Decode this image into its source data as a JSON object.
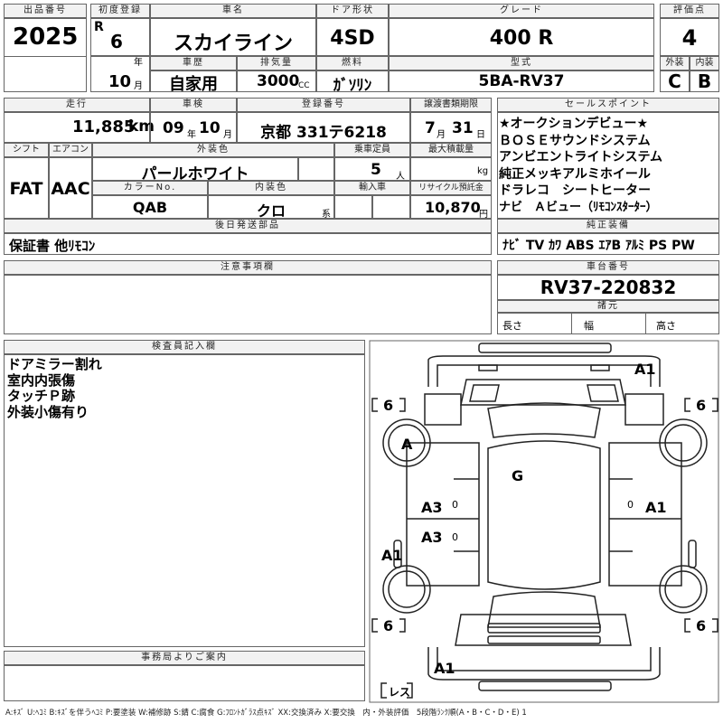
{
  "h": {
    "lot": "出品番号",
    "first_reg": "初度登録",
    "car_name": "車名",
    "door": "ドア形状",
    "grade": "グレード",
    "score": "評価点",
    "history": "車歴",
    "displacement": "排気量",
    "fuel": "燃料",
    "model_code": "型式",
    "exterior": "外装",
    "interior": "内装",
    "mileage": "走行",
    "inspection": "車検",
    "reg_no": "登録番号",
    "transfer_deadline": "譲渡書類期限",
    "sales_point": "セールスポイント",
    "shift": "シフト",
    "aircon": "エアコン",
    "ext_color": "外装色",
    "capacity": "乗車定員",
    "max_load": "最大積載量",
    "color_no": "カラーNo.",
    "int_color": "内装色",
    "import": "輸入車",
    "recycle": "リサイクル預託金",
    "later_parts": "後日発送部品",
    "genuine": "純正装備",
    "notes": "注意事項欄",
    "chassis": "車台番号",
    "specs": "諸元",
    "inspector": "検査員記入欄",
    "office": "事務局よりご案内"
  },
  "v": {
    "lot": "2025",
    "era": "R",
    "reg_year": "6",
    "year_unit": "年",
    "reg_month": "10",
    "month_unit": "月",
    "car_name": "スカイライン",
    "door": "4SD",
    "grade": "400 R",
    "score": "4",
    "history": "自家用",
    "displacement": "3000",
    "cc": "CC",
    "fuel": "ｶﾞｿﾘﾝ",
    "model_code": "5BA-RV37",
    "exterior": "C",
    "interior": "B",
    "mileage": "11,885",
    "km": "km",
    "insp_year": "09",
    "insp_month": "10",
    "plate": "京都 331テ6218",
    "tr_month": "7",
    "tr_day": "31",
    "day_unit": "日",
    "shift": "FAT",
    "aircon": "AAC",
    "ext_color": "パールホワイト",
    "capacity": "5",
    "person": "人",
    "kg": "kg",
    "color_no": "QAB",
    "int_color": "クロ",
    "kei": "系",
    "recycle": "10,870",
    "yen": "円",
    "later_parts": "保証書 他ﾘﾓｺﾝ",
    "genuine": "ﾅﾋﾞ TV ｶﾜ ABS ｴｱB ｱﾙﾐ PS PW",
    "chassis": "RV37-220832",
    "length": "長さ",
    "width": "幅",
    "height": "高さ"
  },
  "sales_points": [
    "★オークションデビュー★",
    "ＢＯＳＥサウンドシステム",
    "アンビエントライトシステム",
    "純正メッキアルミホイール",
    "ドラレコ　シートヒーター",
    "ナビ　Ａビュー（ﾘﾓｺﾝｽﾀｰﾀｰ）"
  ],
  "inspector_notes": [
    "ドアミラー割れ",
    "室内内張傷",
    "タッチＰ跡",
    "外装小傷有り"
  ],
  "diagram": {
    "a1_top": "A1",
    "tyre_fl": "6",
    "tyre_fr": "6",
    "tyre_rl": "6",
    "tyre_rr": "6",
    "a_fl": "A",
    "g_roof": "G",
    "a3_ldoor_f": "A3",
    "a3_ldoor_r": "A3",
    "a1_rdoor": "A1",
    "a1_lquarter": "A1",
    "a1_rear": "A1",
    "rest": "レス",
    "zero": "0"
  },
  "legend": "A:ｷｽﾞ U:ﾍｺﾐ B:ｷｽﾞを伴うﾍｺﾐ P:要塗装 W:補修跡 S:錆 C:腐食 G:ﾌﾛﾝﾄｶﾞﾗｽ点ｷｽﾞ XX:交換済み X:要交換　内・外装評価　5段階ﾗﾝｸ順(A・B・C・D・E) 1"
}
